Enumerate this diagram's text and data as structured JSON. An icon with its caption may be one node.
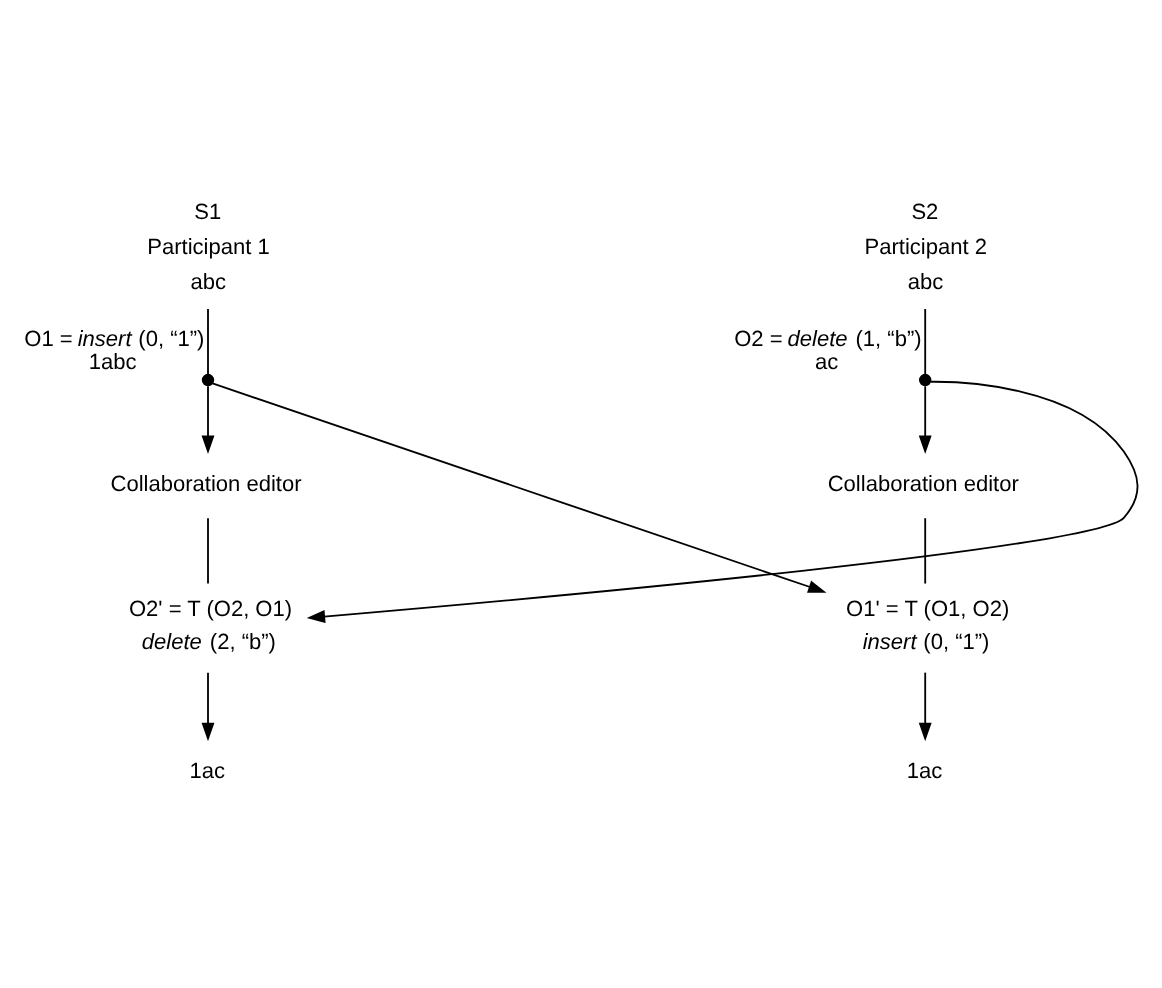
{
  "diagram": {
    "nodes": [
      {
        "text": [
          "abc"
        ],
        "beside": [
          "S1",
          "Participant 1"
        ]
      },
      {
        "text": [
          "abc"
        ],
        "beside": [
          "S2",
          "Participant 2"
        ]
      },
      {
        "text": [],
        "shape": "circle",
        "beside": [
          "O1 = *insert* (0, “1”)",
          "1abc"
        ]
      },
      {
        "text": [],
        "shape": "circle",
        "beside": [
          "O2 = *delete* (1, “b”)",
          "ac"
        ]
      },
      {
        "text": [
          "Collaboration editor"
        ]
      },
      {
        "text": [
          "Collaboration editor"
        ]
      },
      {
        "text": [
          "O2' = T (O2, O1)",
          "*delete* (2, “b”)"
        ]
      },
      {
        "text": [
          "O1' = T (O1, O2)",
          "*insert* (0, “1”)"
        ]
      },
      {
        "text": [
          "1ac"
        ]
      },
      {
        "text": [
          "1ac"
        ]
      }
    ],
    "edges": [
      {
        "from": 0,
        "to": 2,
        "arrow": "none"
      },
      {
        "from": 2,
        "to": 4,
        "arrow": "to"
      },
      {
        "from": 1,
        "to": 3,
        "arrow": "none"
      },
      {
        "from": 3,
        "to": 5,
        "arrow": "to"
      },
      {
        "from": 4,
        "to": 6,
        "arrow": "none"
      },
      {
        "from": 6,
        "to": 8,
        "arrow": "to"
      },
      {
        "from": 5,
        "to": 7,
        "arrow": "none"
      },
      {
        "from": 7,
        "to": 9,
        "arrow": "to"
      },
      {
        "from": 2,
        "to": 7,
        "arrow": "to"
      },
      {
        "from": 3,
        "to": 6,
        "arrow": "to"
      }
    ]
  }
}
